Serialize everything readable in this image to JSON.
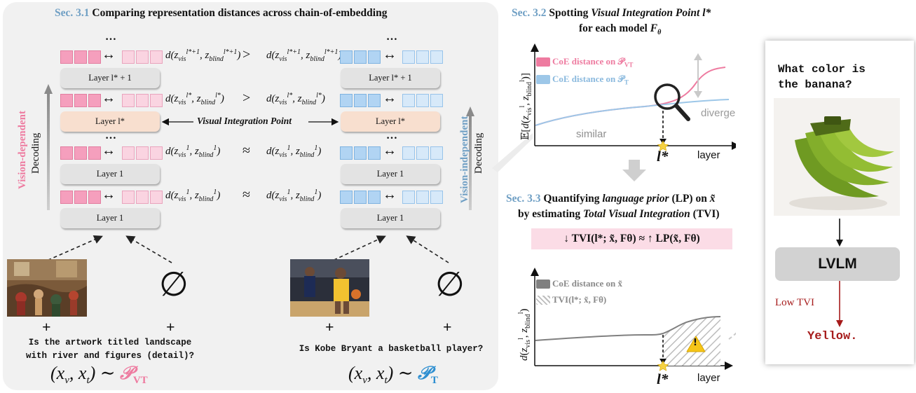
{
  "sec31": {
    "num": "Sec. 3.1",
    "title": "Comparing representation distances across chain-of-embedding"
  },
  "sec32": {
    "num": "Sec. 3.2",
    "title_a": "Spotting",
    "title_b": "Visual Integration Point",
    "title_c": "l*",
    "line2_a": "for each model",
    "line2_b": "F",
    "line2_c": "θ"
  },
  "sec33": {
    "num": "Sec. 3.3",
    "title_a": "Quantifying",
    "title_b": "language prior",
    "title_c": "(LP) on",
    "title_d": "x̃",
    "line2_a": "by estimating",
    "line2_b": "Total Visual Integration",
    "line2_c": "(TVI)",
    "formula": "↓ TVI(l*; x̃, Fθ) ≈ ↑ LP(x̃, Fθ)"
  },
  "left": {
    "dots": "…",
    "arrow": "↔",
    "layer_top": "Layer l* + 1",
    "layer_mid": "Layer l*",
    "layer_1": "Layer 1",
    "vip_label": "Visual Integration Point",
    "dist_top_left": "d(z_vis^{l*+1}, z_blind^{l*+1})",
    "dist_top_right": "d(z_vis^{l*+1}, z_blind^{l*+1})",
    "dist_mid_left": "d(z_vis^{l*}, z_blind^{l*})",
    "dist_mid_right": "d(z_vis^{l*}, z_blind^{l*})",
    "dist_1_left": "d(z_vis^1, z_blind^1)",
    "dist_1_right": "d(z_vis^1, z_blind^1)",
    "rel_gt": ">",
    "rel_approx": "≈",
    "vision_dep_a": "Vision-dependent",
    "vision_dep_b": "Decoding",
    "vision_ind_a": "Vision-independent",
    "vision_ind_b": "Decoding",
    "empty_set": "∅",
    "plus": "+",
    "q_left_1": "Is the artwork titled landscape",
    "q_left_2": "with river and figures (detail)?",
    "q_right": "Is Kobe Bryant a basketball player?",
    "pair_left_a": "(x",
    "pair_left_b": "v",
    "pair_left_c": ", x",
    "pair_left_d": "t",
    "pair_left_e": ") ∼",
    "dist_vt": "𝒫",
    "dist_vt_sub": "VT",
    "dist_t": "𝒫",
    "dist_t_sub": "T"
  },
  "chart32": {
    "ylabel": "𝔼[d(z_vis^l, z_blind^l)]",
    "legend_vt": "CoE distance on 𝒫",
    "legend_vt_sub": "VT",
    "legend_t": "CoE distance on 𝒫",
    "legend_t_sub": "T",
    "similar": "similar",
    "diverge": "diverge",
    "xlabel": "layer",
    "lstar": "l*",
    "colors": {
      "vt": "#ee7ba0",
      "t": "#9dc7e8"
    }
  },
  "chart33": {
    "ylabel": "d(z_vis^l, z_blind^l)",
    "legend_coe": "CoE distance on x̃",
    "legend_tvi": "TVI(l*; x̃, Fθ)",
    "xlabel": "layer",
    "lstar": "l*",
    "warning": "!"
  },
  "right": {
    "question_1": "What color is",
    "question_2": "the banana?",
    "model": "LVLM",
    "low_tvi": "Low TVI",
    "answer": "Yellow."
  }
}
